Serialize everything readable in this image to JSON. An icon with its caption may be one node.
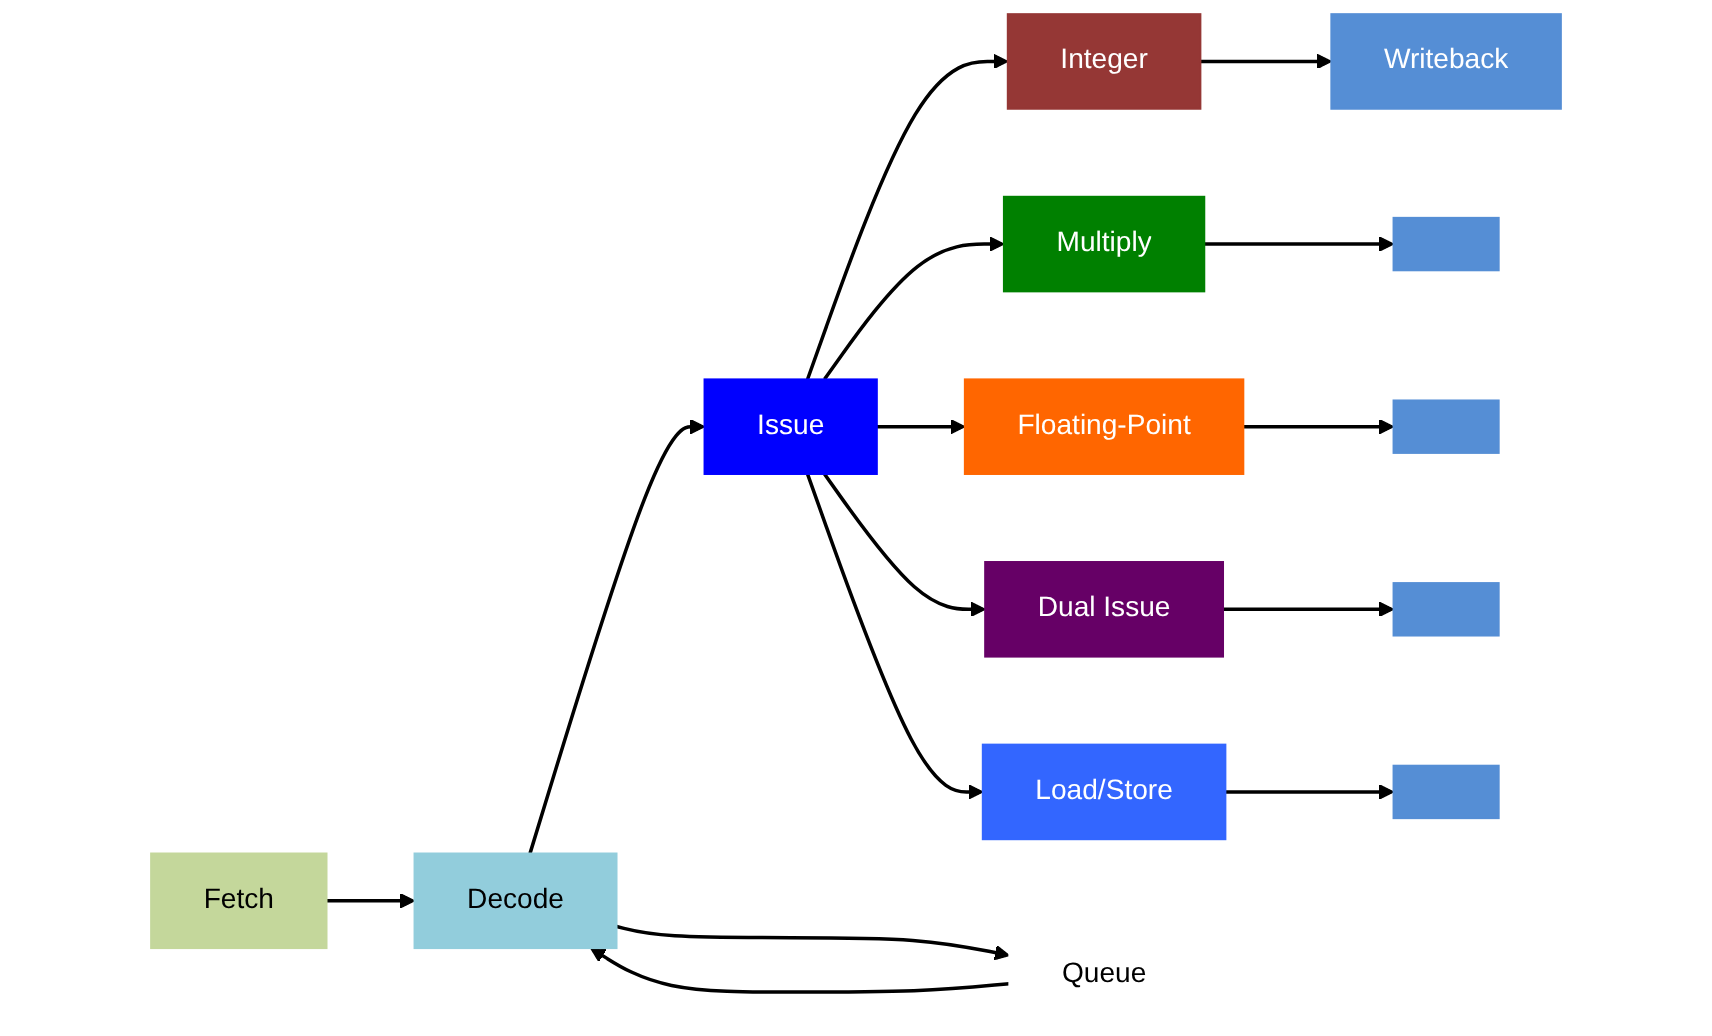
{
  "diagram": {
    "nodes": [
      {
        "text": [
          "Fetch"
        ]
      },
      {
        "text": [
          "Decode"
        ]
      },
      {
        "text": [
          "Issue"
        ]
      },
      {
        "text": [
          "Integer"
        ]
      },
      {
        "text": [
          "Multiply"
        ]
      },
      {
        "text": [
          "Floating-Point"
        ]
      },
      {
        "text": [
          "Dual Issue"
        ]
      },
      {
        "text": [
          "Load/Store"
        ]
      },
      {
        "text": [
          "Writeback"
        ]
      },
      {
        "text": [],
        "shape": "box"
      },
      {
        "text": [],
        "shape": "box"
      },
      {
        "text": [],
        "shape": "box"
      },
      {
        "text": [],
        "shape": "box"
      },
      {
        "text": [
          "Queue"
        ]
      }
    ],
    "edges": [
      {
        "from": 0,
        "to": 1,
        "arrow": "to"
      },
      {
        "from": 1,
        "to": 2,
        "arrow": "to"
      },
      {
        "from": 2,
        "to": 3,
        "arrow": "to"
      },
      {
        "from": 2,
        "to": 4,
        "arrow": "to"
      },
      {
        "from": 2,
        "to": 5,
        "arrow": "to"
      },
      {
        "from": 2,
        "to": 6,
        "arrow": "to"
      },
      {
        "from": 2,
        "to": 7,
        "arrow": "to"
      },
      {
        "from": 3,
        "to": 8,
        "arrow": "to"
      },
      {
        "from": 4,
        "to": 9,
        "arrow": "to"
      },
      {
        "from": 5,
        "to": 10,
        "arrow": "to"
      },
      {
        "from": 6,
        "to": 11,
        "arrow": "to"
      },
      {
        "from": 7,
        "to": 12,
        "arrow": "to"
      },
      {
        "from": 1,
        "to": 13,
        "arrow": "to"
      },
      {
        "from": 13,
        "to": 1,
        "arrow": "to"
      }
    ]
  }
}
